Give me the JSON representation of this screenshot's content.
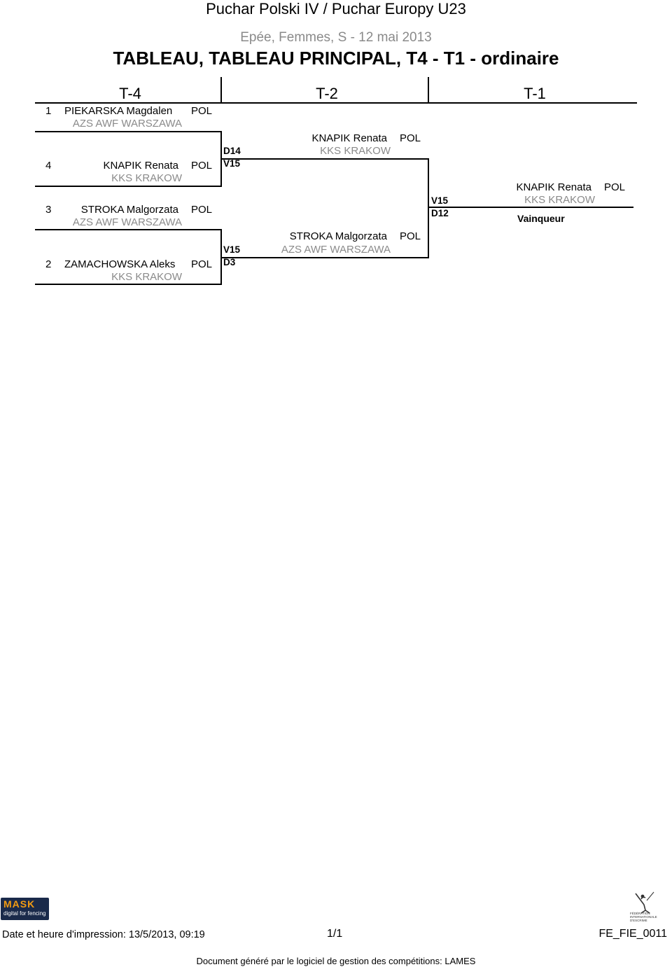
{
  "header": {
    "title": "Puchar Polski IV / Puchar Europy U23",
    "subtitle": "Epée, Femmes, S - 12 mai 2013",
    "heading": "TABLEAU, TABLEAU PRINCIPAL, T4 - T1 - ordinaire"
  },
  "columns": [
    "T-4",
    "T-2",
    "T-1"
  ],
  "t4": [
    {
      "seed": "1",
      "name": "PIEKARSKA Magdalen",
      "country": "POL",
      "club": "AZS AWF WARSZAWA"
    },
    {
      "seed": "4",
      "name": "KNAPIK Renata",
      "country": "POL",
      "club": "KKS KRAKOW"
    },
    {
      "seed": "3",
      "name": "STROKA Malgorzata",
      "country": "POL",
      "club": "AZS AWF WARSZAWA"
    },
    {
      "seed": "2",
      "name": "ZAMACHOWSKA Aleks",
      "country": "POL",
      "club": "KKS KRAKOW"
    }
  ],
  "t4_scores": [
    {
      "top": "D14",
      "bottom": "V15"
    },
    {
      "top": "V15",
      "bottom": "D3"
    }
  ],
  "t2": [
    {
      "name": "KNAPIK Renata",
      "country": "POL",
      "club": "KKS KRAKOW"
    },
    {
      "name": "STROKA Malgorzata",
      "country": "POL",
      "club": "AZS AWF WARSZAWA"
    }
  ],
  "t2_scores": {
    "top": "V15",
    "bottom": "D12"
  },
  "t1": {
    "name": "KNAPIK Renata",
    "country": "POL",
    "club": "KKS KRAKOW",
    "label": "Vainqueur"
  },
  "logos": {
    "mask_line1": "MASK",
    "mask_line2": "digital for fencing",
    "fie_text": "FÉDÉRATION INTERNATIONALE D'ESCRIME"
  },
  "footer": {
    "print_date": "Date et heure d'impression: 13/5/2013, 09:19",
    "page": "1/1",
    "code": "FE_FIE_0011",
    "generated": "Document généré par le logiciel de gestion des compétitions: LAMES"
  }
}
